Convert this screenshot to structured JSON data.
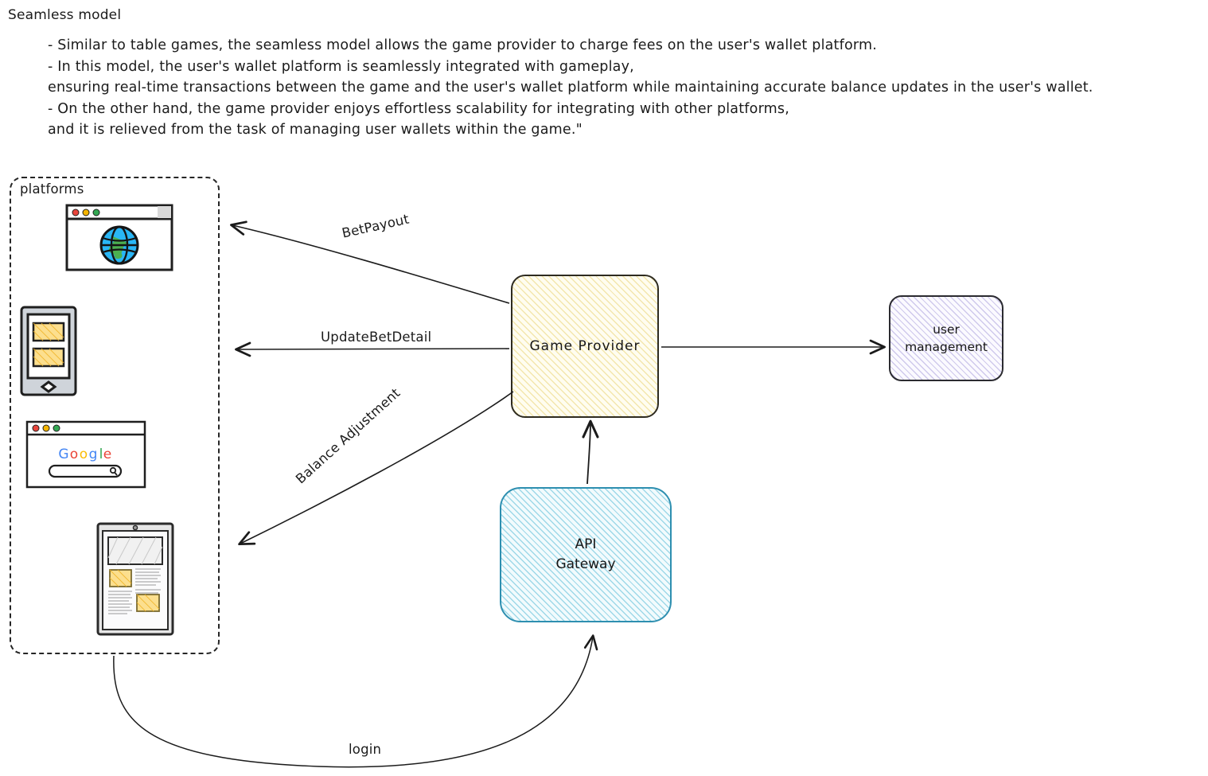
{
  "notes": {
    "title": "Seamless model",
    "lines": [
      "- Similar to table games, the seamless model allows the game provider to charge fees on the user's wallet platform.",
      "- In this model, the user's wallet platform is seamlessly integrated with gameplay,",
      "ensuring real-time transactions between the game and the user's wallet platform while maintaining accurate balance updates in the user's wallet.",
      "- On the other hand, the game provider enjoys effortless scalability for integrating with other platforms,",
      "and it is relieved from the task of managing user wallets within the game.\""
    ]
  },
  "diagram": {
    "groups": [
      {
        "id": "platforms",
        "label": "platforms",
        "style": "dashed-rounded"
      }
    ],
    "icons": [
      {
        "name": "browser-globe-icon",
        "description": "browser window with globe"
      },
      {
        "name": "mobile-phone-icon",
        "description": "smartphone with two yellow content blocks"
      },
      {
        "name": "browser-google-icon",
        "description": "browser window with Google search page",
        "brand_text": "Google"
      },
      {
        "name": "tablet-document-icon",
        "description": "tablet showing a document with images and text"
      }
    ],
    "nodes": [
      {
        "id": "game-provider",
        "label": "Game  Provider",
        "fill": "#fffdf0",
        "hatch": "#f3e6ad",
        "stroke": "#2e2b20"
      },
      {
        "id": "api-gateway",
        "label": "API\nGateway",
        "fill": "#f2fbfd",
        "hatch": "#9ed8e8",
        "stroke": "#2e8fb0"
      },
      {
        "id": "user-management",
        "label": "user\nmanagement",
        "fill": "#fbfaff",
        "hatch": "#cfc9ec",
        "stroke": "#2b2b30"
      }
    ],
    "edges": [
      {
        "id": "betpayout",
        "label": "BetPayout",
        "from": "game-provider",
        "to": "platforms",
        "direction": "to-platforms"
      },
      {
        "id": "updatebetdetail",
        "label": "UpdateBetDetail",
        "from": "game-provider",
        "to": "platforms",
        "direction": "to-platforms"
      },
      {
        "id": "balance-adjustment",
        "label": "Balance Adjustment",
        "from": "game-provider",
        "to": "platforms",
        "direction": "to-platforms"
      },
      {
        "id": "user-management-link",
        "label": "",
        "from": "game-provider",
        "to": "user-management",
        "direction": "to-right"
      },
      {
        "id": "gateway-to-provider",
        "label": "",
        "from": "api-gateway",
        "to": "game-provider",
        "direction": "up"
      },
      {
        "id": "login",
        "label": "login",
        "from": "platforms",
        "to": "api-gateway",
        "direction": "curve-up"
      }
    ]
  },
  "colors": {
    "ink": "#1b1b1b",
    "game_provider_hatch": "#f3e6ad",
    "api_gateway_hatch": "#9ed8e8",
    "user_management_hatch": "#cfc9ec",
    "background": "#ffffff"
  }
}
